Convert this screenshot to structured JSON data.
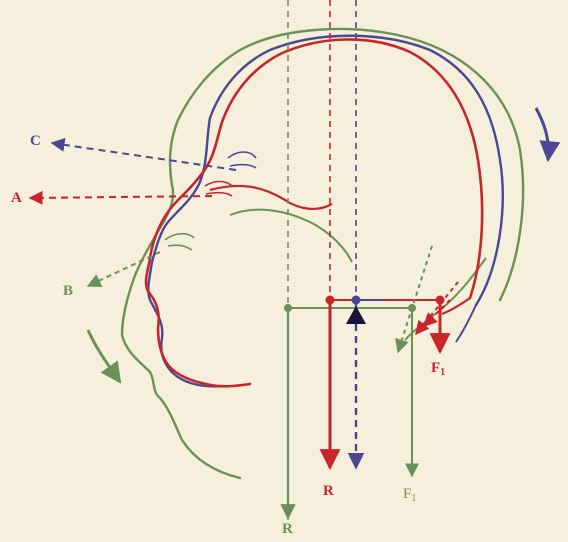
{
  "colors": {
    "paper": "#f6efdb",
    "red": "#c8252b",
    "blue": "#4a4893",
    "green": "#6a9158",
    "dark": "#15143a"
  },
  "labels": {
    "a": "A",
    "b": "B",
    "c": "C",
    "r_red": "R",
    "r_green": "R",
    "f1_red_main": "F",
    "f1_red_sub": "1",
    "f1_green_main": "F",
    "f1_green_sub": "1"
  },
  "icons": {
    "fulcrum": "black-triangle"
  }
}
